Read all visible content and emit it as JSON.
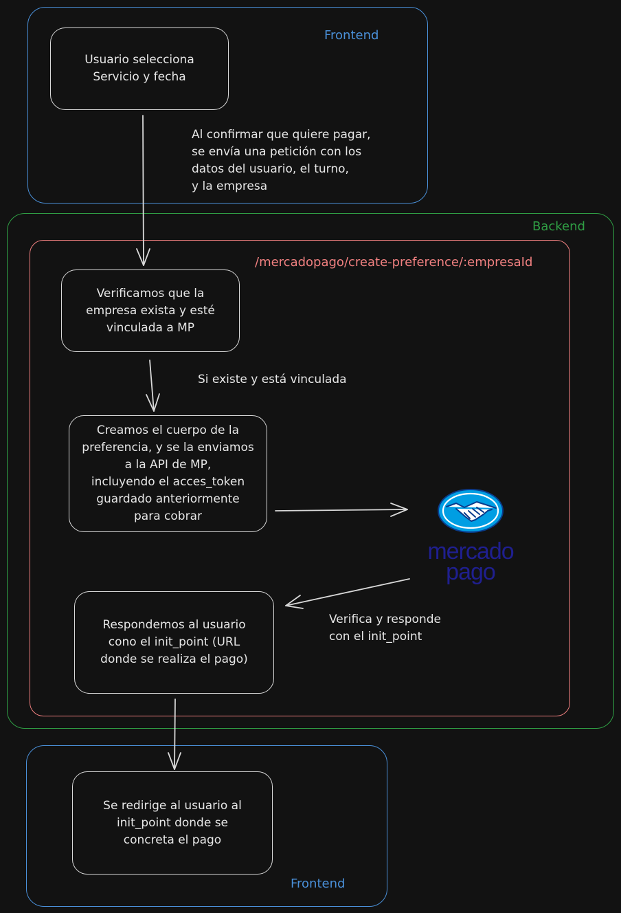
{
  "frames": {
    "frontend_top_title": "Frontend",
    "backend_title": "Backend",
    "endpoint_title": "/mercadopago/create-preference/:empresaId",
    "frontend_bottom_title": "Frontend"
  },
  "nodes": {
    "select": "Usuario selecciona\nServicio y fecha",
    "verify": "Verificamos que la\nempresa exista y esté\nvinculada a MP",
    "create": "Creamos el cuerpo de la\npreferencia, y se la enviamos\na la API de MP,\nincluyendo el acces_token\nguardado anteriormente\npara cobrar",
    "respond": "Respondemos al usuario\ncono el init_point (URL\ndonde se realiza el pago)",
    "redirect": "Se redirige al usuario al\ninit_point donde se\nconcreta el pago"
  },
  "labels": {
    "confirm": "Al confirmar que quiere pagar,\nse envía una petición con los\ndatos del usuario, el turno,\ny la empresa",
    "exists": "Si existe y está vinculada",
    "mp_response": "Verifica y responde\ncon el init_point"
  },
  "logo": {
    "line1": "mercado",
    "line2": "pago",
    "icon": "handshake-icon",
    "colors": {
      "badge": "#009ee3",
      "wordmark": "#1f1f8f"
    }
  },
  "colors": {
    "background": "#121212",
    "frontend": "#4a90d9",
    "backend": "#2f9e44",
    "endpoint": "#f08080",
    "stroke": "#d8d8d8"
  }
}
